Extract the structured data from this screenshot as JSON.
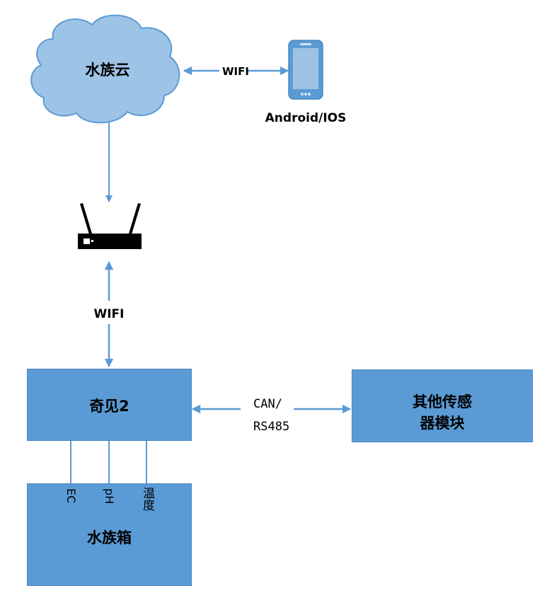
{
  "cloud": {
    "label": "水族云"
  },
  "links": {
    "cloud_phone": "WIFI",
    "router_device": "WIFI",
    "device_sensor": [
      "CAN/",
      "RS485"
    ]
  },
  "phone": {
    "label": "Android/IOS"
  },
  "device": {
    "label": "奇见2"
  },
  "sensor_module": {
    "label_lines": [
      "其他传感",
      "器模块"
    ]
  },
  "tank": {
    "label": "水族箱",
    "probes": [
      "EC",
      "pH",
      "温度"
    ]
  },
  "colors": {
    "box_fill": "#5b9bd5",
    "cloud_fill": "#9dc3e6",
    "arrow": "#5b9bd5",
    "router": "#000000"
  },
  "icons": [
    "cloud-icon",
    "smartphone-icon",
    "router-icon"
  ]
}
